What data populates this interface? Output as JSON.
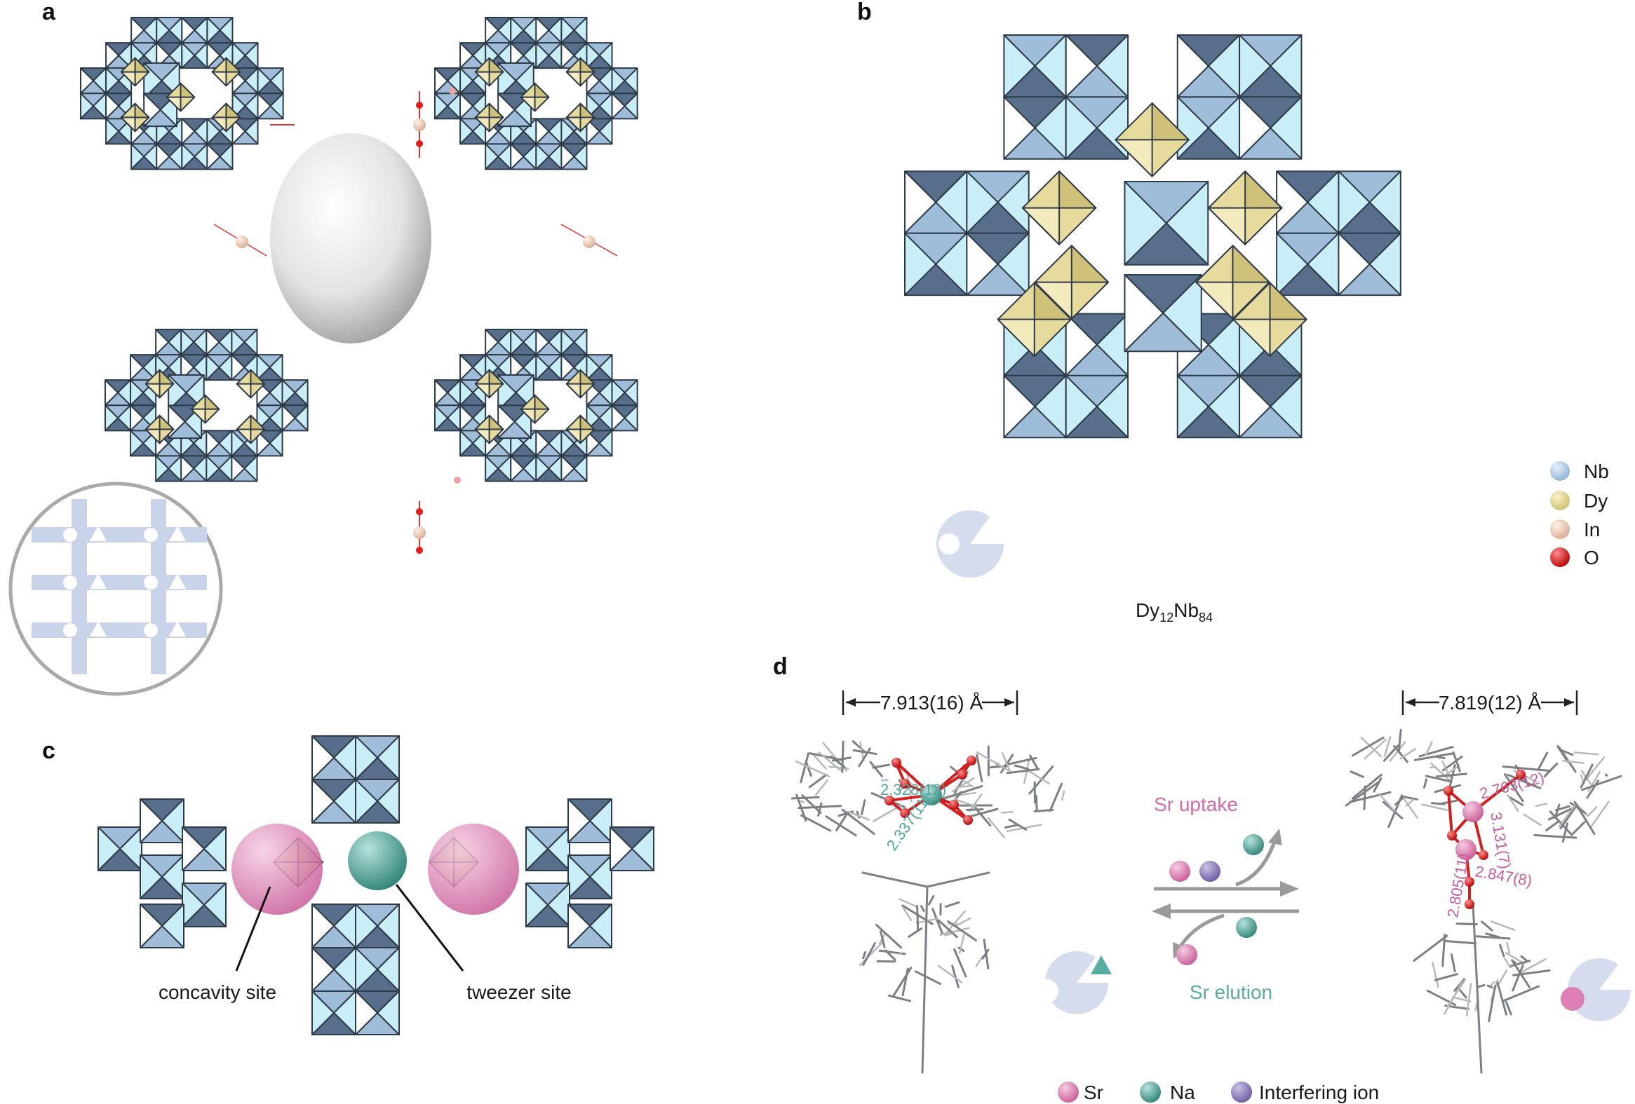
{
  "panels": {
    "a": {
      "label": "a"
    },
    "b": {
      "label": "b",
      "formula_main": "Dy",
      "formula_sub1": "12",
      "formula_main2": "Nb",
      "formula_sub2": "84"
    },
    "c": {
      "label": "c",
      "concavity_label": "concavity site",
      "tweezer_label": "tweezer site"
    },
    "d": {
      "label": "d",
      "left_distance": "7.913(16) Å",
      "right_distance": "7.819(12) Å",
      "left_bond_1": "2.328(12)",
      "left_bond_2": "2.337(11)",
      "right_bond_1": "2.763(12)",
      "right_bond_2": "3.131(7)",
      "right_bond_3": "2.847(8)",
      "right_bond_4": "2.805(11)",
      "uptake_label": "Sr uptake",
      "elution_label": "Sr elution"
    }
  },
  "legend_b": [
    {
      "label": "Nb",
      "color": "#b8d2ea"
    },
    {
      "label": "Dy",
      "color": "#ecdf9a"
    },
    {
      "label": "In",
      "color": "#f1d2c0"
    },
    {
      "label": "O",
      "color": "#e31b1b"
    }
  ],
  "legend_d": [
    {
      "label": "Sr",
      "color": "#de7fb6"
    },
    {
      "label": "Na",
      "color": "#4fa79c"
    },
    {
      "label": "Interfering ion",
      "color": "#8a76b8"
    }
  ],
  "colors": {
    "nb_light": "#c9eef7",
    "nb_mid": "#9fbcd8",
    "nb_dark": "#576f8a",
    "dy": "#e6da9c",
    "sr": "#de7fb6",
    "na": "#4fa79c",
    "oxygen": "#e31b1b",
    "pore": "#d9d9d9",
    "topology": "#c9d3ea"
  }
}
